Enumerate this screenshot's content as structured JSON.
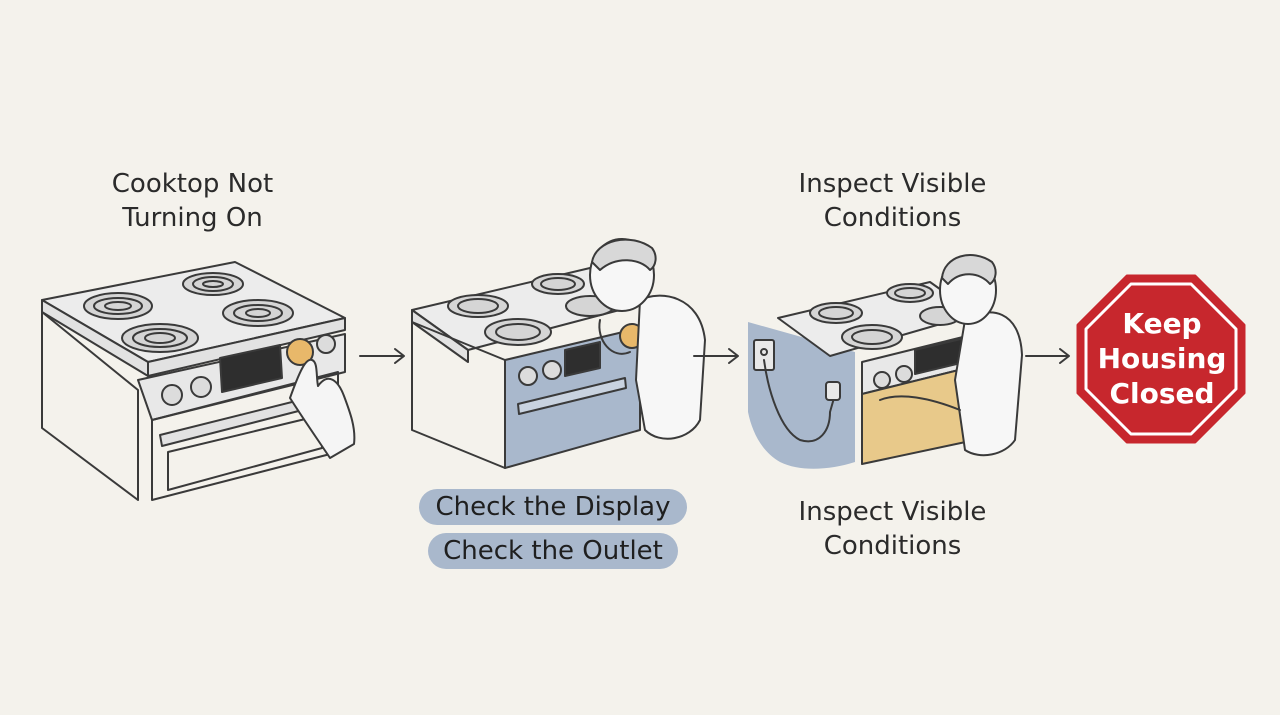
{
  "steps": [
    {
      "label": "Cooktop Not\nTurning On"
    },
    {
      "labels": [
        "Check the Display",
        "Check the Outlet"
      ]
    },
    {
      "label_top": "Inspect Visible\nConditions",
      "label_bottom": "Inspect Visible\nConditions"
    }
  ],
  "stop_sign": {
    "text": "Keep\nHousing\nClosed",
    "color": "#c7272d"
  },
  "colors": {
    "highlight_blue": "#a9b8cc",
    "highlight_orange": "#e8b86a",
    "line": "#3a3a3a",
    "background": "#f4f2ec"
  }
}
